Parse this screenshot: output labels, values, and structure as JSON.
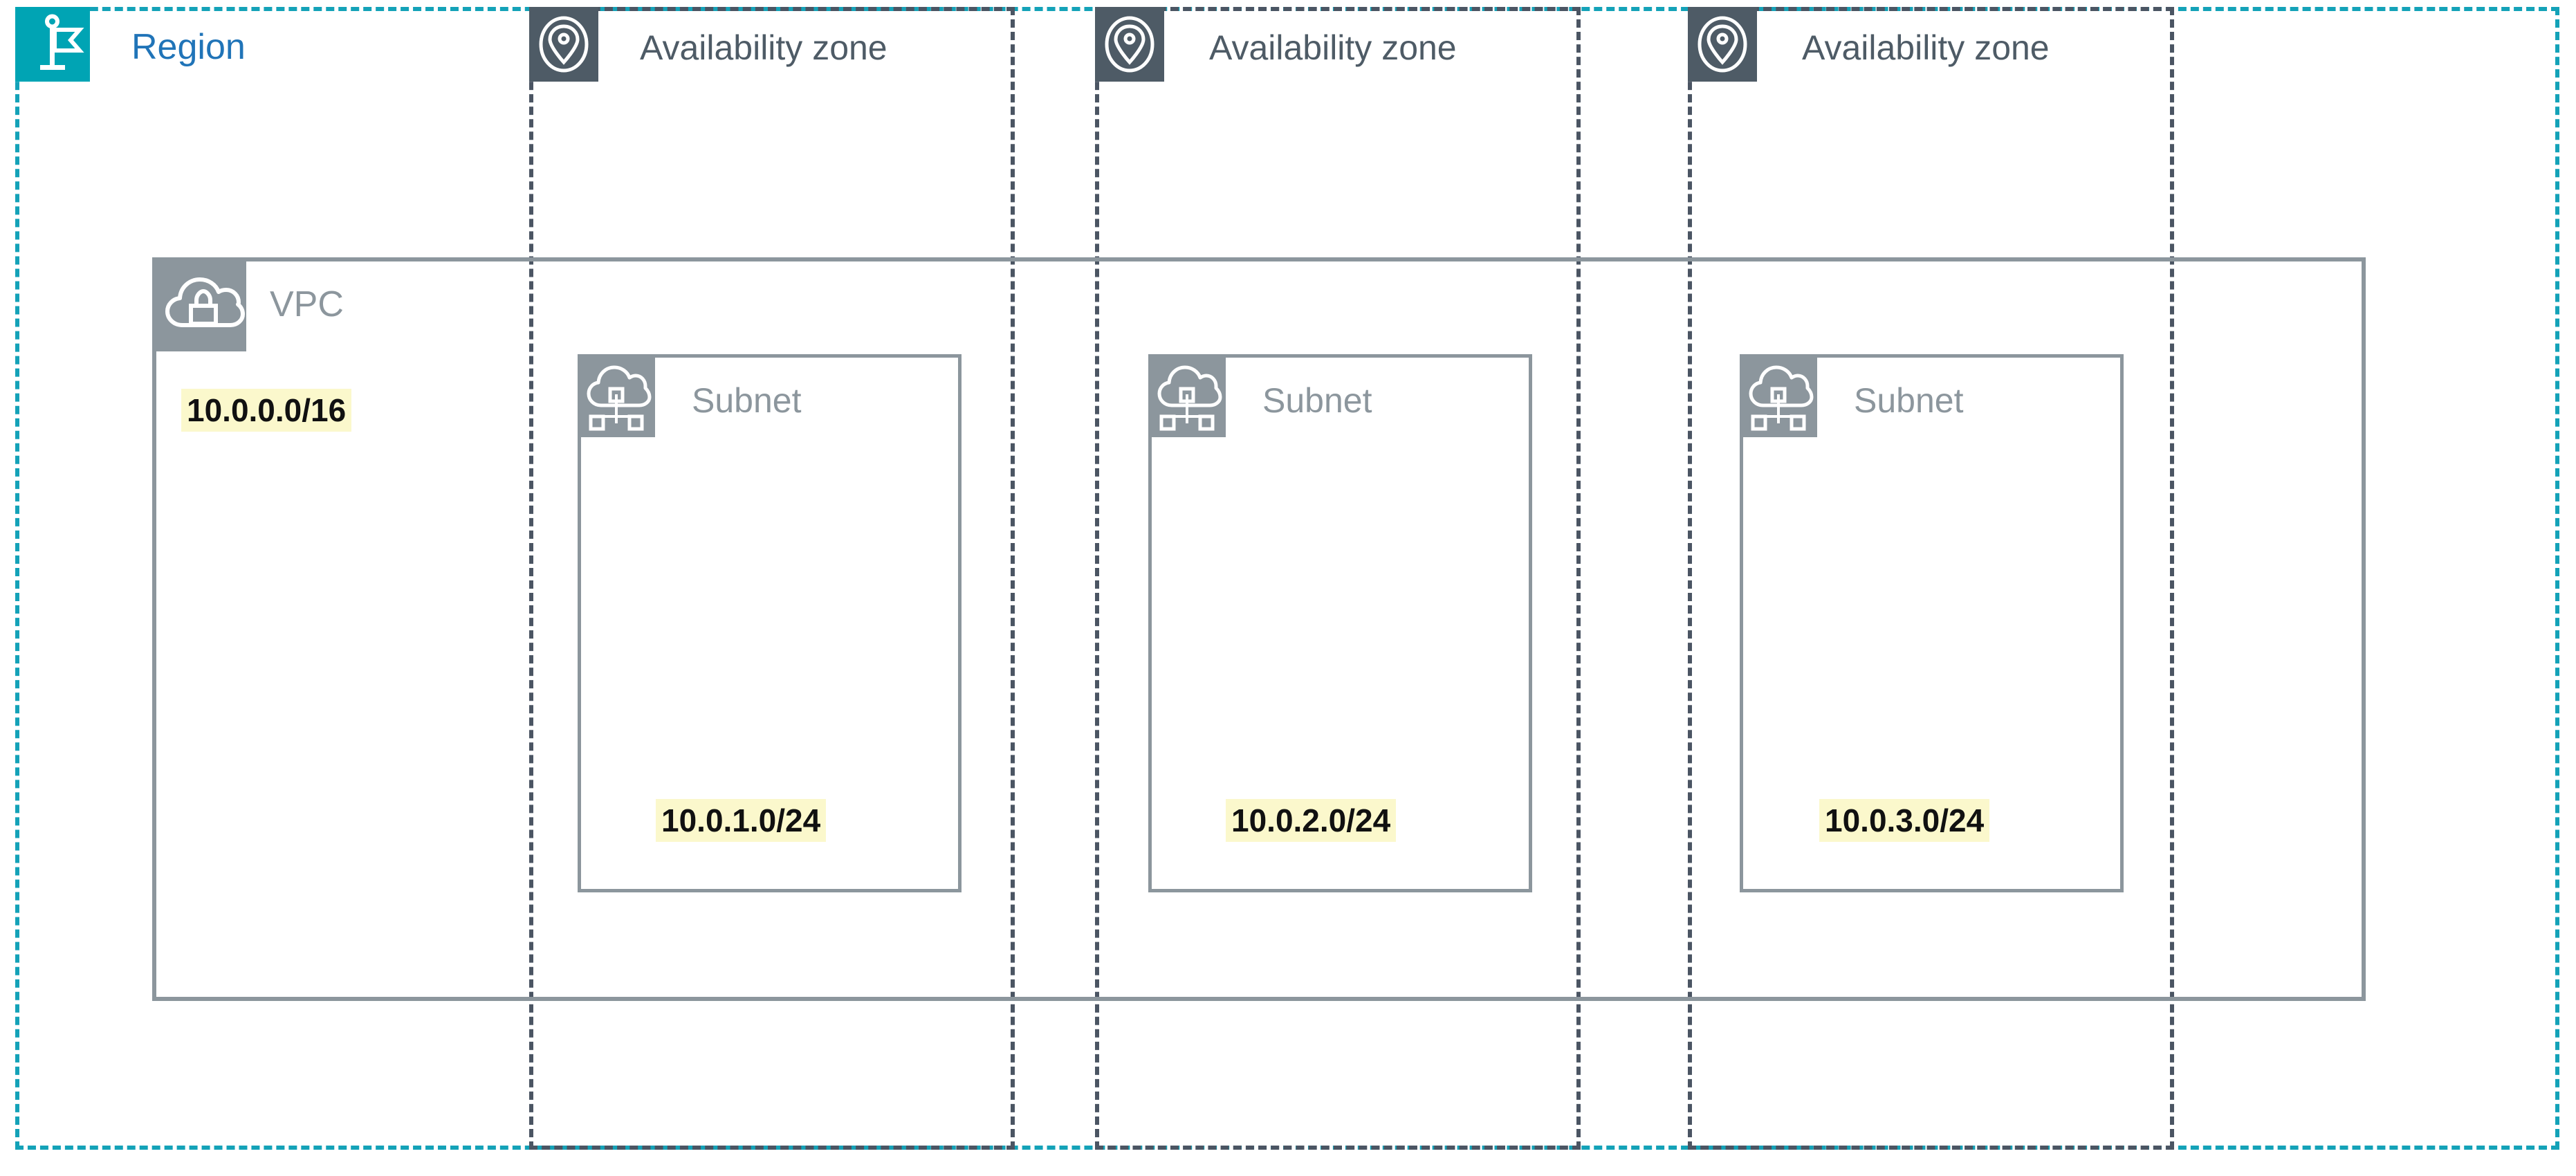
{
  "diagram": {
    "title": "AWS VPC across three Availability Zones",
    "colors": {
      "region_accent": "#00a4b4",
      "region_label": "#2074b8",
      "az_border": "#4b5563",
      "az_badge": "#4e5b66",
      "vpc_border": "#8c969d",
      "vpc_badge": "#8c969d",
      "subnet_border": "#8c969d",
      "cidr_highlight": "#fbf8cc",
      "cidr_text": "#111111",
      "canvas_background": "#ffffff"
    }
  },
  "region": {
    "label": "Region",
    "icon": "region-flag-icon",
    "border_style": "dashed"
  },
  "availability_zones": [
    {
      "label": "Availability zone",
      "icon": "availability-zone-pin-icon"
    },
    {
      "label": "Availability zone",
      "icon": "availability-zone-pin-icon"
    },
    {
      "label": "Availability zone",
      "icon": "availability-zone-pin-icon"
    }
  ],
  "vpc": {
    "label": "VPC",
    "icon": "vpc-cloud-lock-icon",
    "cidr": "10.0.0.0/16",
    "border_style": "solid"
  },
  "subnets": [
    {
      "label": "Subnet",
      "icon": "subnet-cloud-network-icon",
      "cidr": "10.0.1.0/24"
    },
    {
      "label": "Subnet",
      "icon": "subnet-cloud-network-icon",
      "cidr": "10.0.2.0/24"
    },
    {
      "label": "Subnet",
      "icon": "subnet-cloud-network-icon",
      "cidr": "10.0.3.0/24"
    }
  ]
}
